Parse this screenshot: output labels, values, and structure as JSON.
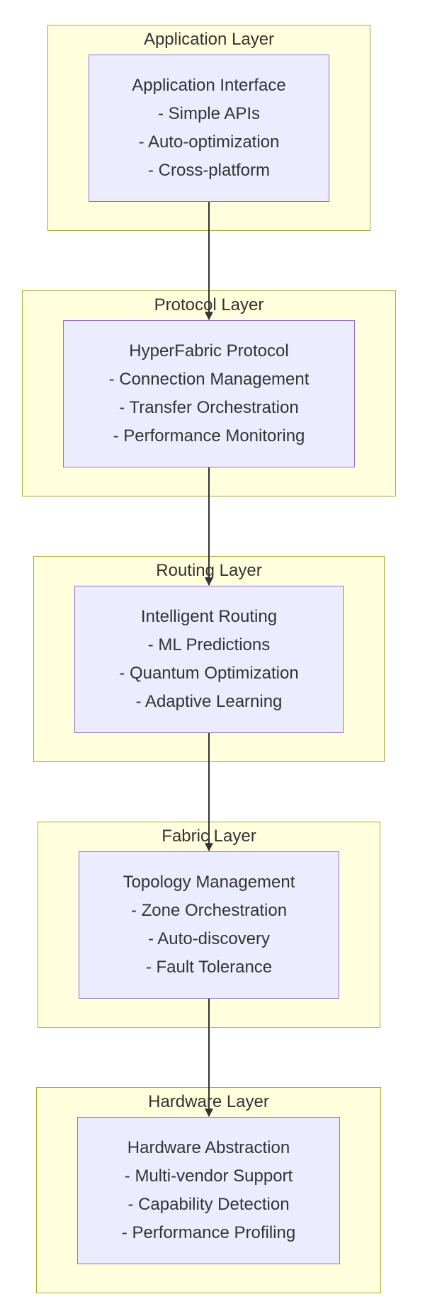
{
  "layers": [
    {
      "title": "Application Layer",
      "node": {
        "title": "Application Interface",
        "lines": [
          "- Simple APIs",
          "- Auto-optimization",
          "- Cross-platform"
        ]
      }
    },
    {
      "title": "Protocol Layer",
      "node": {
        "title": "HyperFabric Protocol",
        "lines": [
          "- Connection Management",
          "- Transfer Orchestration",
          "- Performance Monitoring"
        ]
      }
    },
    {
      "title": "Routing Layer",
      "node": {
        "title": "Intelligent Routing",
        "lines": [
          "- ML Predictions",
          "- Quantum Optimization",
          "- Adaptive Learning"
        ]
      }
    },
    {
      "title": "Fabric Layer",
      "node": {
        "title": "Topology Management",
        "lines": [
          "- Zone Orchestration",
          "- Auto-discovery",
          "- Fault Tolerance"
        ]
      }
    },
    {
      "title": "Hardware Layer",
      "node": {
        "title": "Hardware Abstraction",
        "lines": [
          "- Multi-vendor Support",
          "- Capability Detection",
          "- Performance Profiling"
        ]
      }
    }
  ],
  "colors": {
    "layer_fill": "#ffffde",
    "layer_border": "#aaaa33",
    "node_fill": "#ececff",
    "node_border": "#9370db",
    "edge": "#333333",
    "text": "#333333"
  }
}
